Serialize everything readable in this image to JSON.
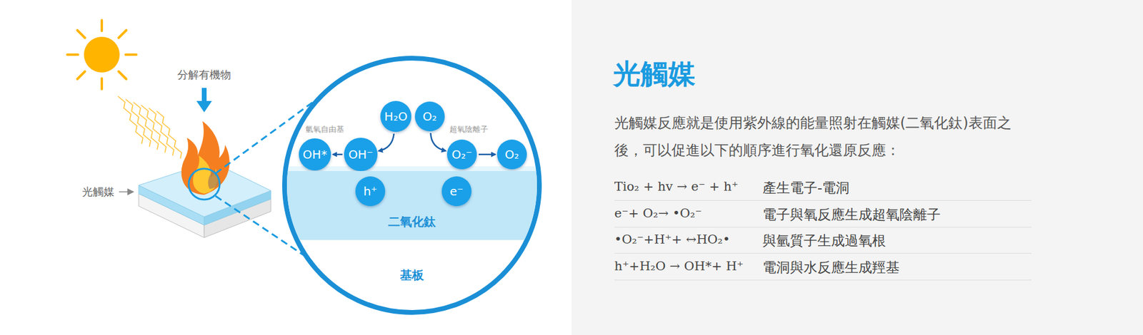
{
  "diagram": {
    "title": "光觸媒",
    "nodes": [
      {
        "text": [
          "H₂O"
        ]
      },
      {
        "text": [
          "O₂"
        ]
      },
      {
        "text": [
          "OH*"
        ]
      },
      {
        "text": [
          "OH⁻"
        ]
      },
      {
        "text": [
          "O₂⁻"
        ]
      },
      {
        "text": [
          "O₂"
        ]
      },
      {
        "text": [
          "二氧化鈦"
        ]
      },
      {
        "text": [
          "h⁺"
        ],
        "in": 6
      },
      {
        "text": [
          "e⁻"
        ],
        "in": 6
      }
    ],
    "edges": [
      {
        "from": 0,
        "to": 3,
        "arrow": "to"
      },
      {
        "from": 1,
        "to": 4,
        "arrow": "to"
      },
      {
        "from": 3,
        "to": 2,
        "arrow": "to"
      },
      {
        "from": 4,
        "to": 5,
        "arrow": "to"
      },
      {
        "from": 6,
        "to": 7,
        "arrow": "to"
      },
      {
        "from": 6,
        "to": 8,
        "arrow": "to"
      }
    ],
    "labels": [
      "分解有機物",
      "光觸媒",
      "氫氧自由基",
      "超氧陰離子",
      "基板",
      "光觸媒反應就是使用紫外線的能量照射在觸媒(二氧化鈦)表面之後，可以促進以下的順序進行氧化還原反應：",
      "Tio₂ + hv → e⁻ + h⁺",
      "產生電子-電洞",
      "e⁻+ O₂→ •O₂⁻",
      "電子與氧反應生成超氧陰離子",
      "•O₂⁻+H⁺+ ↔HO₂•",
      "與氫質子生成過氧根",
      "h⁺+H₂O → OH*+ H⁺",
      "電洞與水反應生成羥基"
    ]
  }
}
